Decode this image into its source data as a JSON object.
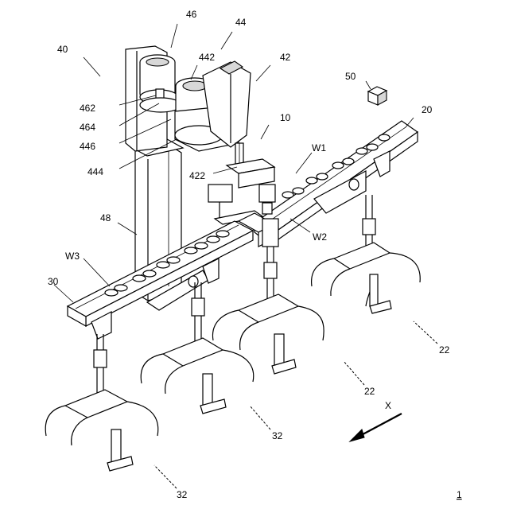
{
  "figure": {
    "labels": {
      "l40": "40",
      "l46": "46",
      "l44": "44",
      "l442": "442",
      "l42": "42",
      "l50": "50",
      "l20": "20",
      "l462": "462",
      "l464": "464",
      "l446": "446",
      "l10": "10",
      "lW1": "W1",
      "l444": "444",
      "l422": "422",
      "l48": "48",
      "lW2": "W2",
      "lW3": "W3",
      "l30": "30",
      "l22a": "22",
      "l22b": "22",
      "lX": "X",
      "l32a": "32",
      "l32b": "32",
      "l1": "1"
    }
  }
}
